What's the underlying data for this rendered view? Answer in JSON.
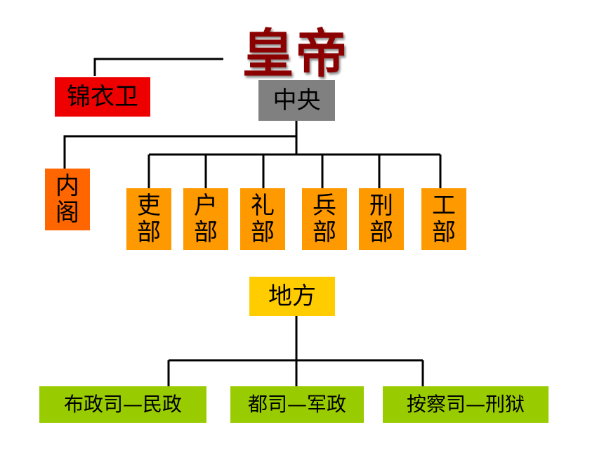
{
  "emperor": {
    "label": "皇帝"
  },
  "jinyiwei": {
    "label": "锦衣卫",
    "color": "#ee0000"
  },
  "central": {
    "label": "中央",
    "color": "#808080"
  },
  "neige": {
    "chars": [
      "内",
      "阁"
    ],
    "color": "#ff6600"
  },
  "ministries": [
    {
      "chars": [
        "吏",
        "部"
      ]
    },
    {
      "chars": [
        "户",
        "部"
      ]
    },
    {
      "chars": [
        "礼",
        "部"
      ]
    },
    {
      "chars": [
        "兵",
        "部"
      ]
    },
    {
      "chars": [
        "刑",
        "部"
      ]
    },
    {
      "chars": [
        "工",
        "部"
      ]
    }
  ],
  "ministry_color": "#ff9900",
  "local": {
    "label": "地方",
    "color": "#ffcc00"
  },
  "local_offices": [
    {
      "label": "布政司—民政"
    },
    {
      "label": "都司—军政"
    },
    {
      "label": "按察司—刑狱"
    }
  ],
  "local_office_color": "#99cc00",
  "line_color": "#000000"
}
